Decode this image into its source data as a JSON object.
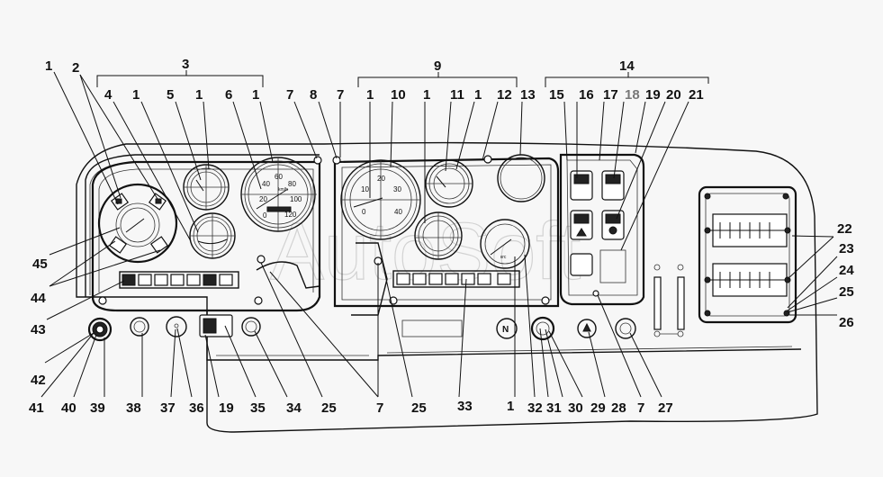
{
  "title": "Instrument panel assembly with callouts",
  "watermark": "AutoSoft",
  "groups": [
    {
      "id": "3",
      "label": "3"
    },
    {
      "id": "9",
      "label": "9"
    },
    {
      "id": "14",
      "label": "14"
    }
  ],
  "callouts_top": [
    "1",
    "2",
    "4",
    "1",
    "5",
    "1",
    "6",
    "1",
    "7",
    "8",
    "7",
    "1",
    "10",
    "1",
    "11",
    "1",
    "12",
    "13",
    "15",
    "16",
    "17",
    "18",
    "19",
    "20",
    "21"
  ],
  "callouts_left": [
    "45",
    "44",
    "43",
    "42"
  ],
  "callouts_right": [
    "22",
    "23",
    "24",
    "25",
    "26"
  ],
  "callouts_bottom": [
    "41",
    "40",
    "39",
    "38",
    "37",
    "36",
    "19",
    "35",
    "34",
    "25",
    "7",
    "25",
    "33",
    "1",
    "32",
    "31",
    "30",
    "29",
    "28",
    "7",
    "27"
  ],
  "gauges": {
    "speedometer": {
      "ticks": [
        "0",
        "20",
        "40",
        "60",
        "80",
        "100",
        "120"
      ],
      "unit": "km/h"
    },
    "tachometer": {
      "ticks": [
        "0",
        "10",
        "20",
        "30",
        "40"
      ],
      "unit": "x100 об/мин"
    },
    "pressure": {
      "unit": "кгс"
    }
  },
  "colors": {
    "ink": "#111111",
    "paper": "#f7f7f7",
    "highlight_label": "#777777"
  }
}
